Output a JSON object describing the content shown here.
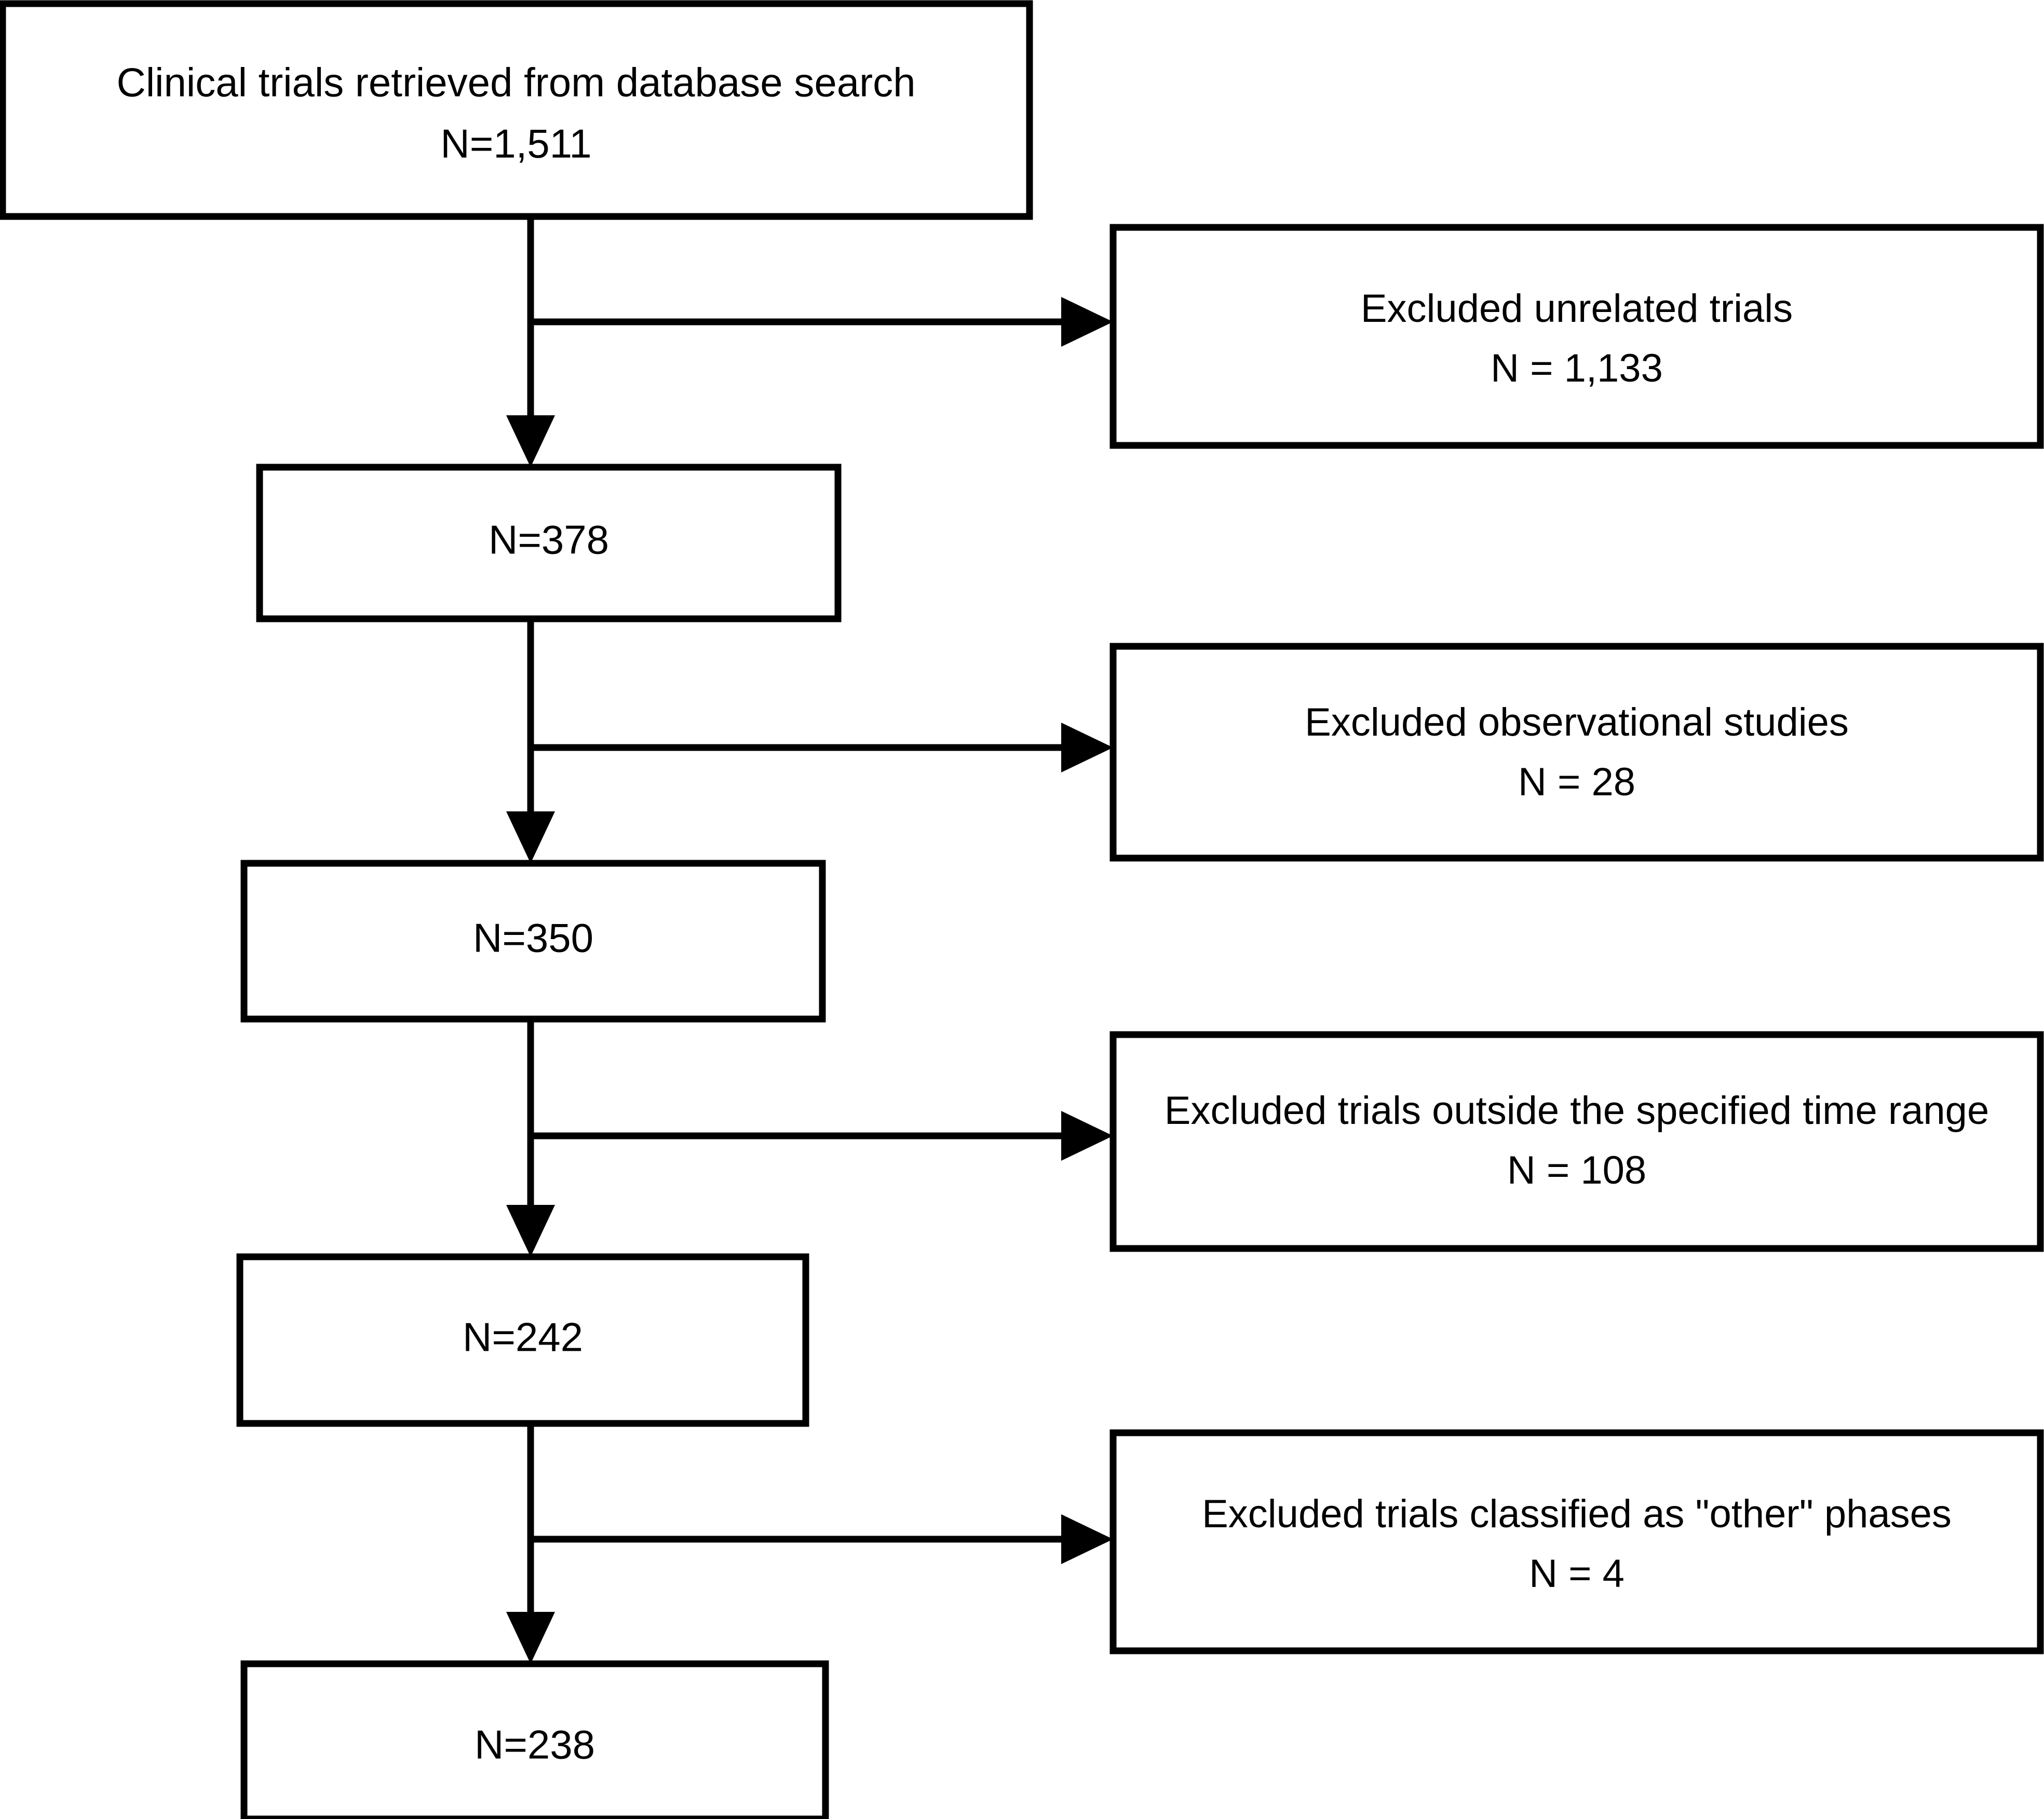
{
  "diagram": {
    "type": "prisma-flowchart",
    "title": "Clinical trial selection flow",
    "colors": {
      "background": "#ffffff",
      "stroke": "#000000",
      "text": "#000000",
      "box_fill": "#ffffff"
    }
  },
  "flow_nodes": [
    {
      "id": "retrieved",
      "lines": [
        "Clinical trials retrieved from database search",
        "N=1,511"
      ],
      "line1": "Clinical trials retrieved from database search",
      "line2": "N=1,511",
      "count": 1511
    },
    {
      "id": "after-unrelated",
      "lines": [
        "N=378"
      ],
      "line1": "N=378",
      "line2": "",
      "count": 378
    },
    {
      "id": "after-observational",
      "lines": [
        "N=350"
      ],
      "line1": "N=350",
      "line2": "",
      "count": 350
    },
    {
      "id": "after-time-range",
      "lines": [
        "N=242"
      ],
      "line1": "N=242",
      "line2": "",
      "count": 242
    },
    {
      "id": "final-included",
      "lines": [
        "N=238"
      ],
      "line1": "N=238",
      "line2": "",
      "count": 238
    }
  ],
  "exclusion_nodes": [
    {
      "id": "excluded-unrelated",
      "line1": "Excluded unrelated trials",
      "line2": "N = 1,133",
      "count": 1133
    },
    {
      "id": "excluded-observational",
      "line1": "Excluded observational studies",
      "line2": "N = 28",
      "count": 28
    },
    {
      "id": "excluded-time-range",
      "line1": "Excluded trials outside the specified time range",
      "line2": "N = 108",
      "count": 108
    },
    {
      "id": "excluded-other-phases",
      "line1": "Excluded trials classified as \"other\" phases",
      "line2": "N = 4",
      "count": 4
    }
  ]
}
